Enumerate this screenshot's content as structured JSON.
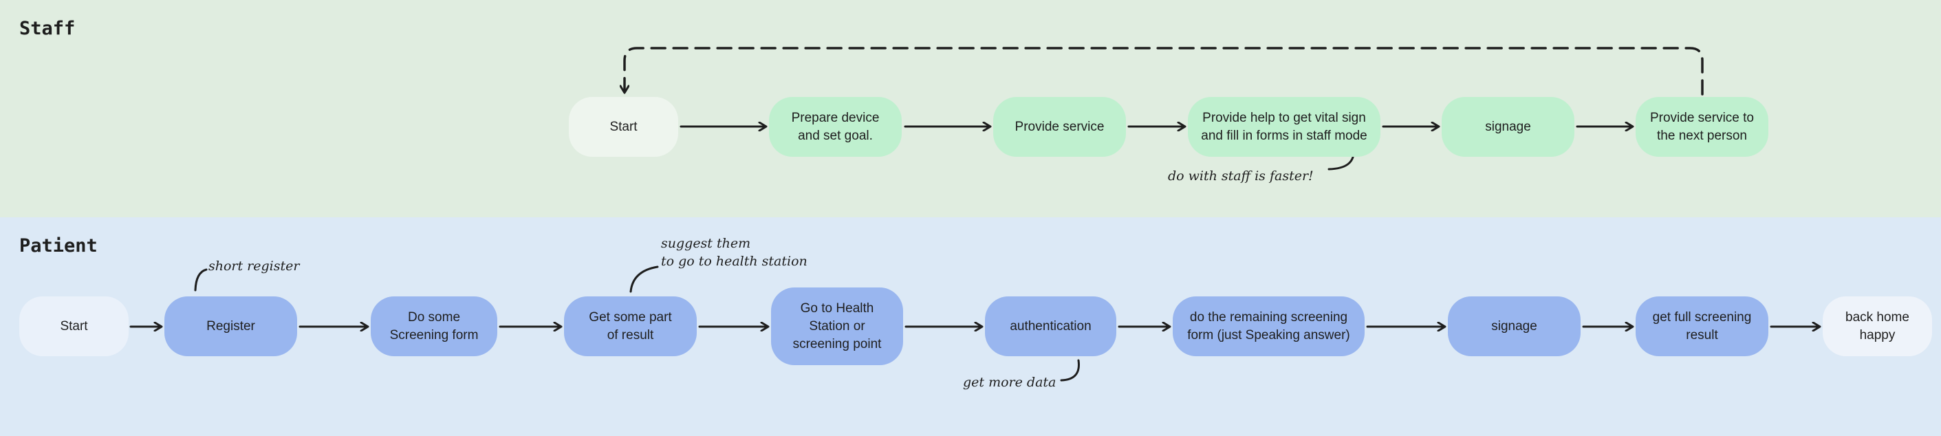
{
  "staff": {
    "title": "Staff",
    "nodes": [
      {
        "label": "Start"
      },
      {
        "label": "Prepare device\nand set goal."
      },
      {
        "label": "Provide service"
      },
      {
        "label": "Provide help to get vital sign\nand fill in forms in staff mode"
      },
      {
        "label": "signage"
      },
      {
        "label": "Provide service to\nthe next person"
      }
    ],
    "note": "do with staff is faster!"
  },
  "patient": {
    "title": "Patient",
    "nodes": [
      {
        "label": "Start"
      },
      {
        "label": "Register"
      },
      {
        "label": "Do some\nScreening form"
      },
      {
        "label": "Get some part\nof result"
      },
      {
        "label": "Go to Health\nStation or\nscreening point"
      },
      {
        "label": "authentication"
      },
      {
        "label": "do the remaining screening\nform (just Speaking answer)"
      },
      {
        "label": "signage"
      },
      {
        "label": "get full screening\nresult"
      },
      {
        "label": "back home\nhappy"
      }
    ],
    "notes": {
      "register": "short register",
      "result": "suggest them\nto go to health station",
      "auth": "get more data"
    }
  },
  "colors": {
    "staff_lane": "#e0ede0",
    "patient_lane": "#dce9f6",
    "staff_node": "#bff0cf",
    "patient_node": "#99b6ef",
    "line": "#1e1e1e"
  }
}
